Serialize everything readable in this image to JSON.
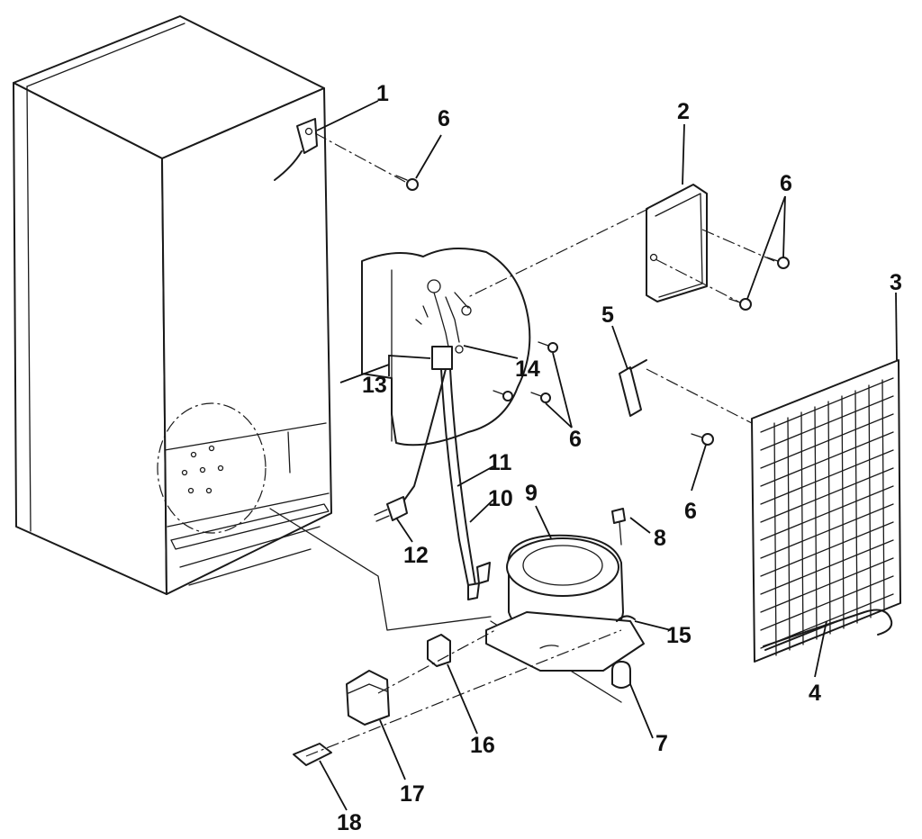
{
  "diagram": {
    "callouts": [
      {
        "id": "c1",
        "label": "1"
      },
      {
        "id": "c2",
        "label": "2"
      },
      {
        "id": "c3",
        "label": "3"
      },
      {
        "id": "c4",
        "label": "4"
      },
      {
        "id": "c5",
        "label": "5"
      },
      {
        "id": "c6a",
        "label": "6"
      },
      {
        "id": "c6b",
        "label": "6"
      },
      {
        "id": "c6c",
        "label": "6"
      },
      {
        "id": "c6d",
        "label": "6"
      },
      {
        "id": "c7",
        "label": "7"
      },
      {
        "id": "c8",
        "label": "8"
      },
      {
        "id": "c9",
        "label": "9"
      },
      {
        "id": "c10",
        "label": "10"
      },
      {
        "id": "c11",
        "label": "11"
      },
      {
        "id": "c12",
        "label": "12"
      },
      {
        "id": "c13",
        "label": "13"
      },
      {
        "id": "c14",
        "label": "14"
      },
      {
        "id": "c15",
        "label": "15"
      },
      {
        "id": "c16",
        "label": "16"
      },
      {
        "id": "c17",
        "label": "17"
      },
      {
        "id": "c18",
        "label": "18"
      }
    ]
  },
  "colors": {
    "ink": "#1a1a1a",
    "paper": "#ffffff"
  }
}
